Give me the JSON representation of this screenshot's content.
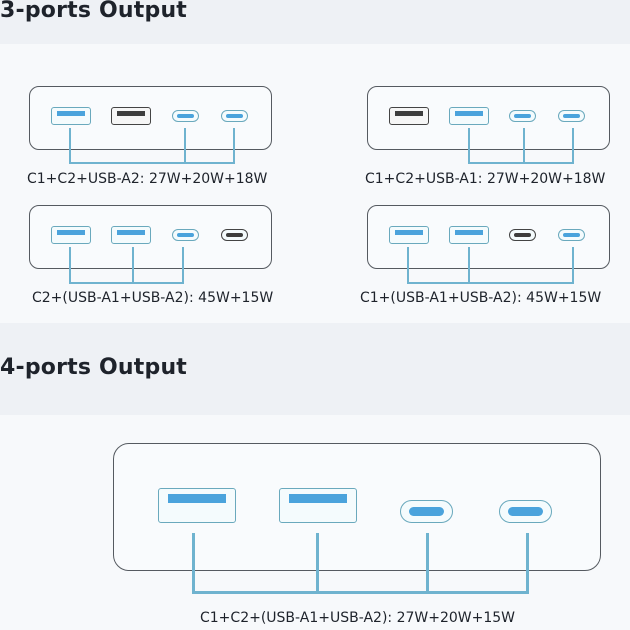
{
  "sections": {
    "three_ports": {
      "title": "3-ports Output"
    },
    "four_ports": {
      "title": "4-ports Output"
    }
  },
  "configs": [
    {
      "caption": "C1+C2+USB-A2: 27W+20W+18W",
      "ports": [
        "USB-A2 (active)",
        "USB-A1 (inactive)",
        "C2 (active)",
        "C1 (active)"
      ]
    },
    {
      "caption": "C1+C2+USB-A1: 27W+20W+18W",
      "ports": [
        "USB-A2 (inactive)",
        "USB-A1 (active)",
        "C2 (active)",
        "C1 (active)"
      ]
    },
    {
      "caption": "C2+(USB-A1+USB-A2): 45W+15W",
      "ports": [
        "USB-A2 (active)",
        "USB-A1 (active)",
        "C2 (active)",
        "C1 (inactive)"
      ]
    },
    {
      "caption": "C1+(USB-A1+USB-A2): 45W+15W",
      "ports": [
        "USB-A2 (active)",
        "USB-A1 (active)",
        "C2 (inactive)",
        "C1 (active)"
      ]
    },
    {
      "caption": "C1+C2+(USB-A1+USB-A2): 27W+20W+15W",
      "ports": [
        "USB-A2 (active)",
        "USB-A1 (active)",
        "C2 (active)",
        "C1 (active)"
      ]
    }
  ],
  "colors": {
    "active": "#4aa3dc",
    "inactive": "#3d3d3d",
    "wire": "#6fb3cf",
    "band": "#eef1f5",
    "text": "#1e232b"
  }
}
